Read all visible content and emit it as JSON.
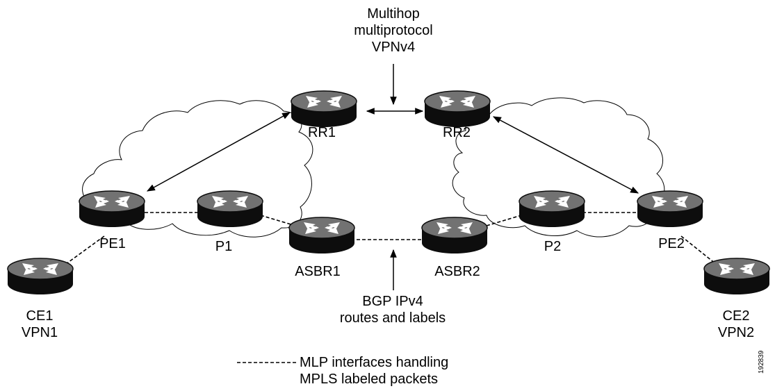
{
  "annotations": {
    "top": [
      "Multihop",
      "multiprotocol",
      "VPNv4"
    ],
    "bottom": [
      "BGP IPv4",
      "routes and labels"
    ]
  },
  "nodes": {
    "rr1": "RR1",
    "rr2": "RR2",
    "pe1": "PE1",
    "pe2": "PE2",
    "p1": "P1",
    "p2": "P2",
    "asbr1": "ASBR1",
    "asbr2": "ASBR2",
    "ce1": [
      "CE1",
      "VPN1"
    ],
    "ce2": [
      "CE2",
      "VPN2"
    ]
  },
  "legend": {
    "line_style": "dashed",
    "text": [
      "MLP interfaces handling",
      "MPLS labeled packets"
    ]
  },
  "figure_id": "192839",
  "icons": {
    "router": "router-icon",
    "cloud": "cloud-icon"
  },
  "colors": {
    "ink": "#000000",
    "router_top": "#6f6f6f",
    "router_side": "#0d0d0d",
    "background": "#ffffff"
  }
}
